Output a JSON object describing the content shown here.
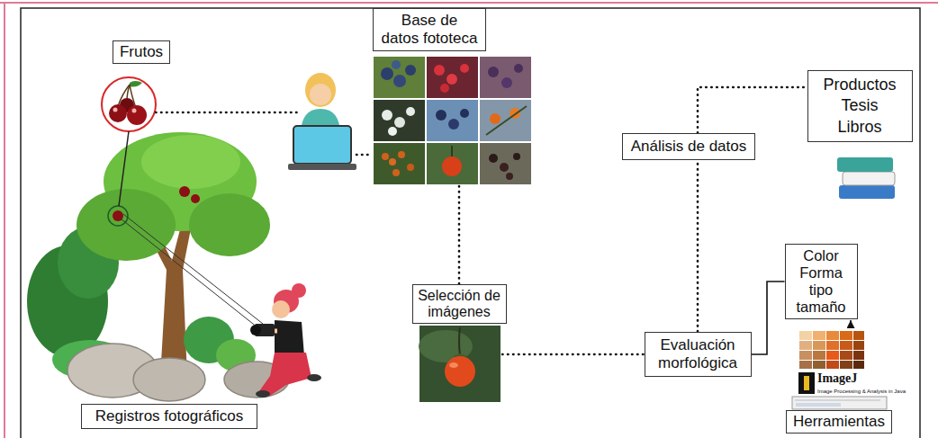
{
  "diagram": {
    "nodes": [
      {
        "text": [
          "Frutos"
        ]
      },
      {
        "text": [
          "Base de datos fototeca"
        ]
      },
      {
        "text": [
          "Productos Tesis Libros"
        ]
      },
      {
        "text": [
          "Análisis de datos"
        ]
      },
      {
        "text": [
          "Color Forma tipo tamaño"
        ]
      },
      {
        "text": [
          "Selección de imágenes"
        ]
      },
      {
        "text": [
          "Evaluación morfológica"
        ]
      },
      {
        "text": [
          "Registros fotográficos"
        ]
      },
      {
        "text": [
          "Herramientas"
        ]
      }
    ],
    "edges": [
      {
        "from": 0,
        "to": 1,
        "arrow": "none"
      },
      {
        "from": 1,
        "to": 5,
        "arrow": "none"
      },
      {
        "from": 5,
        "to": 6,
        "arrow": "none"
      },
      {
        "from": 6,
        "to": 3,
        "arrow": "none"
      },
      {
        "from": 3,
        "to": 2,
        "arrow": "none"
      },
      {
        "from": 6,
        "to": 4,
        "arrow": "none"
      },
      {
        "from": 8,
        "to": 4,
        "arrow": "to"
      }
    ],
    "labels": [
      "ImageJ",
      "Image Processing & Analysis in Java"
    ]
  }
}
